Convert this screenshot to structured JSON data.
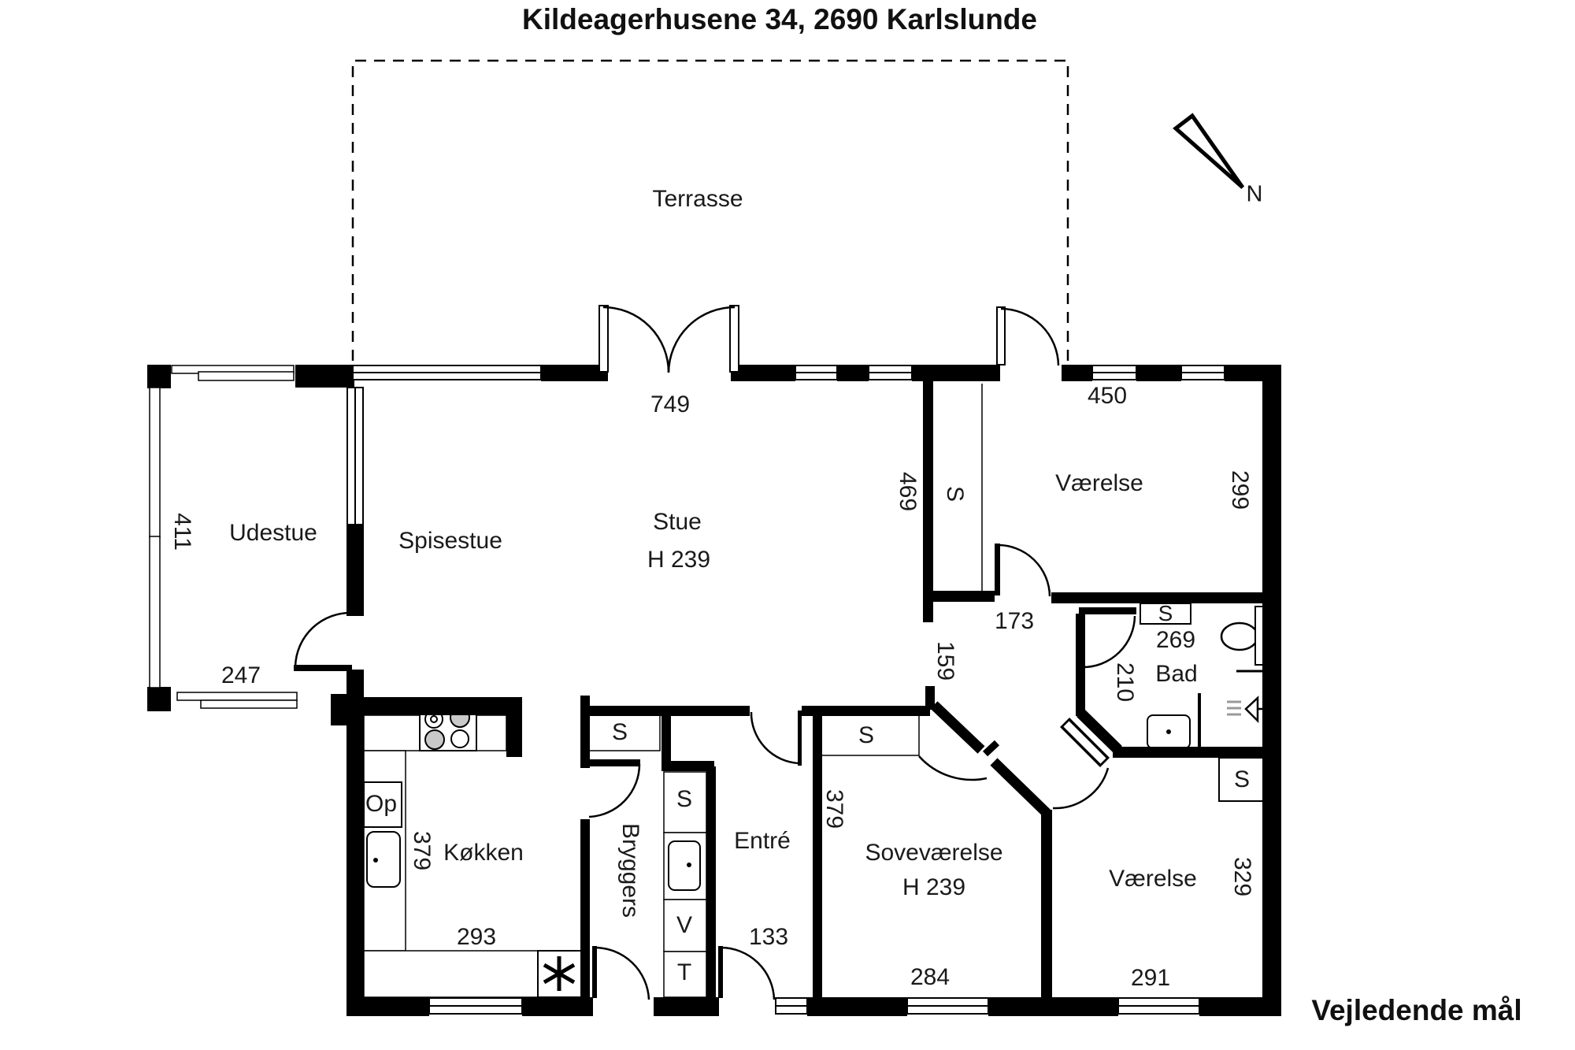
{
  "title": "Kildeagerhusene 34, 2690 Karlslunde",
  "footer": {
    "note": "Vejledende mål"
  },
  "compass": {
    "north": "N"
  },
  "terrace": {
    "name": "Terrasse"
  },
  "closet": {
    "label": "S"
  },
  "appliances": {
    "dishwasher": "Op",
    "washer": "V",
    "dryer": "T"
  },
  "rooms": {
    "udestue": {
      "name": "Udestue",
      "depth": "411",
      "width": "247"
    },
    "spisestue": {
      "name": "Spisestue"
    },
    "stue": {
      "name": "Stue",
      "ceiling": "H 239",
      "top_width": "749",
      "right_depth": "469"
    },
    "vaerelse_ne": {
      "name": "Værelse",
      "top_width": "450",
      "depth": "299"
    },
    "hall": {
      "width": "173",
      "opening": "159"
    },
    "bad": {
      "name": "Bad",
      "width": "269",
      "depth": "210"
    },
    "koekken": {
      "name": "Køkken",
      "depth": "379",
      "width": "293"
    },
    "bryggers": {
      "name": "Bryggers"
    },
    "entre": {
      "name": "Entré",
      "width": "133"
    },
    "sovevaerelse": {
      "name": "Soveværelse",
      "ceiling": "H 239",
      "depth": "379",
      "width": "284"
    },
    "vaerelse_se": {
      "name": "Værelse",
      "depth": "329",
      "width": "291"
    }
  }
}
